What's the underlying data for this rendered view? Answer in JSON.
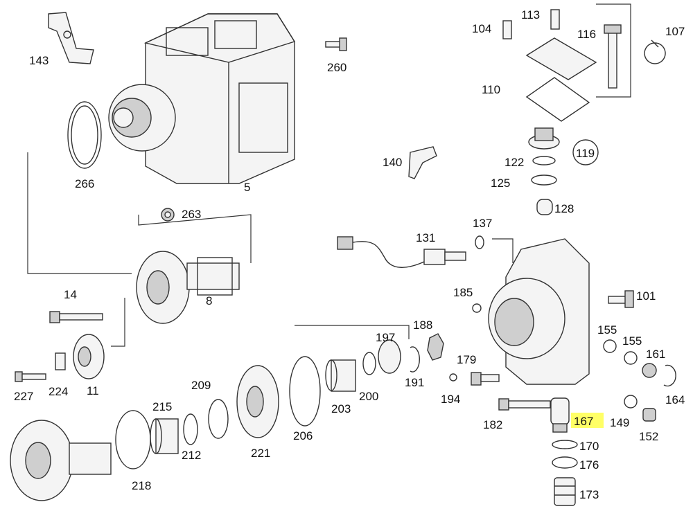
{
  "labels": {
    "p143": "143",
    "p260": "260",
    "p104": "104",
    "p113": "113",
    "p116": "116",
    "p107": "107",
    "p110": "110",
    "p266": "266",
    "p5": "5",
    "p140": "140",
    "p122": "122",
    "p119": "119",
    "p125": "125",
    "p128": "128",
    "p263": "263",
    "p131": "131",
    "p137": "137",
    "p14": "14",
    "p8": "8",
    "p185": "185",
    "p101": "101",
    "p188": "188",
    "p197": "197",
    "p155a": "155",
    "p155b": "155",
    "p161": "161",
    "p179": "179",
    "p227": "227",
    "p224": "224",
    "p11": "11",
    "p191": "191",
    "p164": "164",
    "p209": "209",
    "p194": "194",
    "p215": "215",
    "p200": "200",
    "p203": "203",
    "p182": "182",
    "p167": "167",
    "p149": "149",
    "p152": "152",
    "p212": "212",
    "p206": "206",
    "p221": "221",
    "p170": "170",
    "p176": "176",
    "p218": "218",
    "p173": "173"
  },
  "highlight_color": "#ffff66"
}
